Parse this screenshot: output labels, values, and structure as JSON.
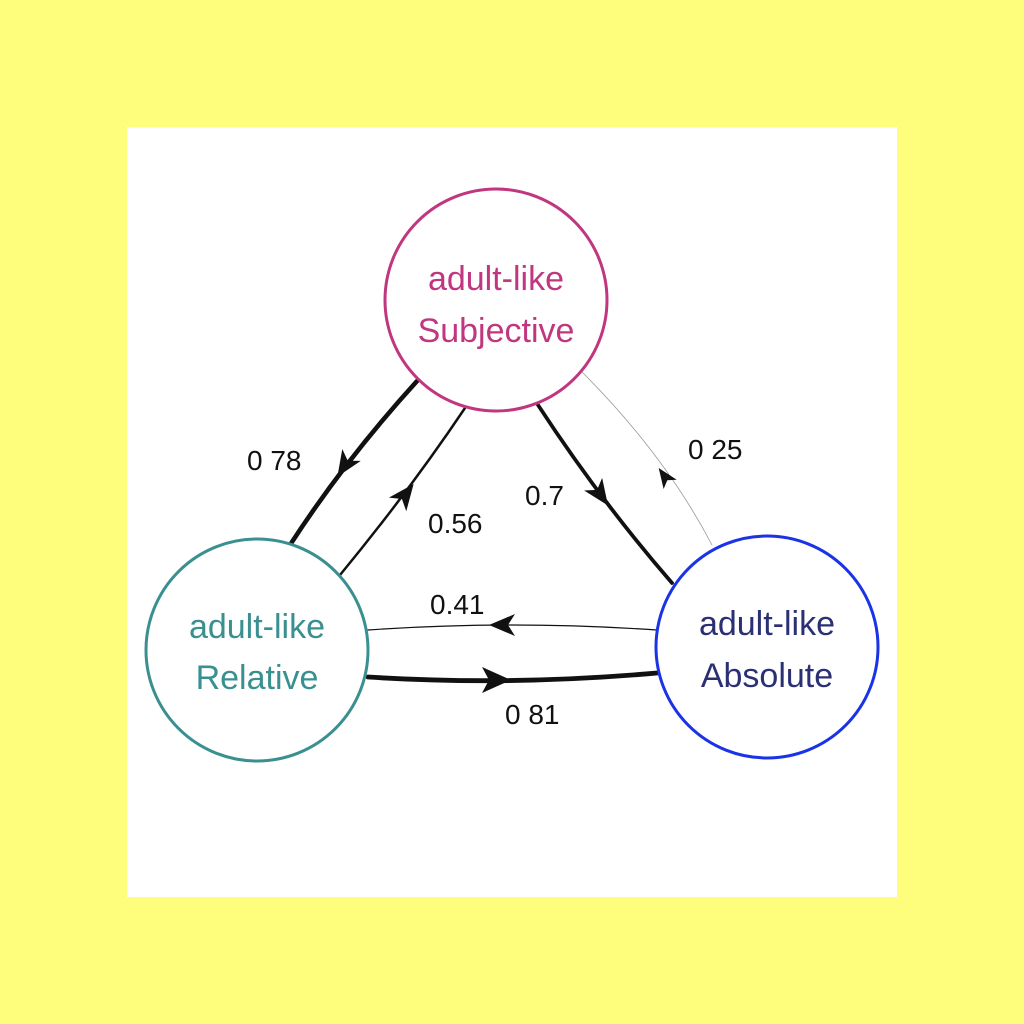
{
  "colors": {
    "page_background": "#fffe7c",
    "panel_background": "#ffffff",
    "subjective": "#c0377f",
    "relative": "#3a9090",
    "absolute_stroke": "#1a33e6",
    "absolute_text": "#2b3075",
    "edge": "#111111"
  },
  "nodes": {
    "subjective": {
      "line1": "adult-like",
      "line2": "Subjective"
    },
    "relative": {
      "line1": "adult-like",
      "line2": "Relative"
    },
    "absolute": {
      "line1": "adult-like",
      "line2": "Absolute"
    }
  },
  "edges": [
    {
      "from": "subjective",
      "to": "relative",
      "label": "0 78",
      "weight": 0.78
    },
    {
      "from": "relative",
      "to": "subjective",
      "label": "0.56",
      "weight": 0.56
    },
    {
      "from": "subjective",
      "to": "absolute",
      "label": "0.7",
      "weight": 0.7
    },
    {
      "from": "absolute",
      "to": "subjective",
      "label": "0 25",
      "weight": 0.25
    },
    {
      "from": "absolute",
      "to": "relative",
      "label": "0.41",
      "weight": 0.41
    },
    {
      "from": "relative",
      "to": "absolute",
      "label": "0 81",
      "weight": 0.81
    }
  ]
}
